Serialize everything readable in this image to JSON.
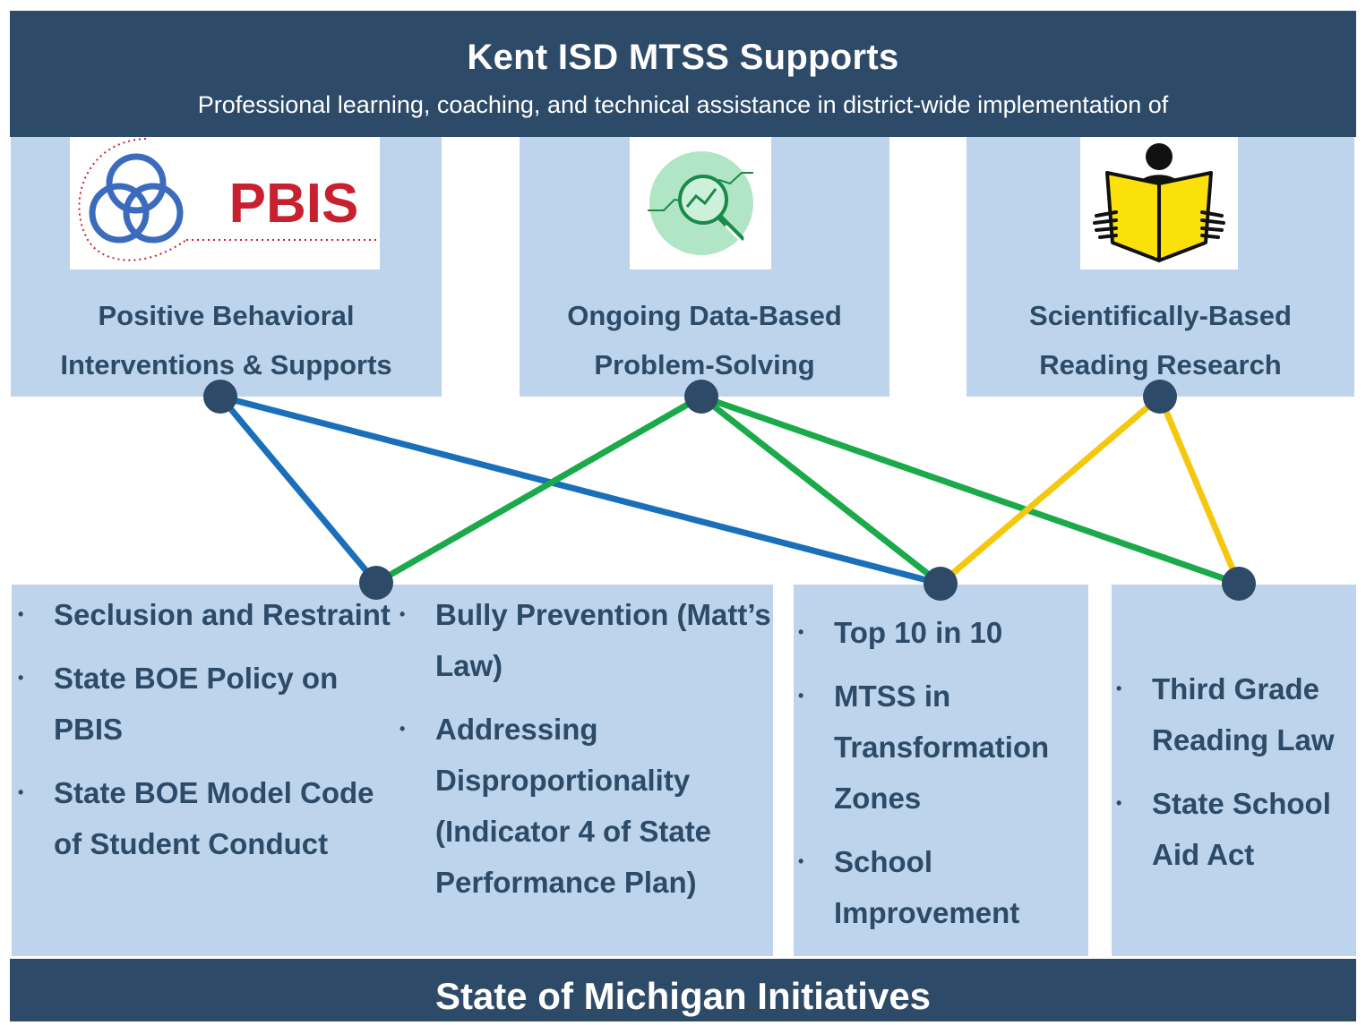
{
  "header": {
    "title": "Kent ISD MTSS Supports",
    "subtitle": "Professional learning, coaching, and technical assistance in district-wide implementation of"
  },
  "supports": [
    {
      "logo_text": "PBIS",
      "icon": "pbis-rings-logo",
      "line1": "Positive Behavioral",
      "line2": "Interventions & Supports"
    },
    {
      "icon": "data-magnifier-icon",
      "line1": "Ongoing Data-Based",
      "line2": "Problem-Solving"
    },
    {
      "icon": "person-reading-book-icon",
      "line1": "Scientifically-Based",
      "line2": "Reading Research"
    }
  ],
  "initiatives": {
    "group1_col1": [
      "Seclusion and Restraint",
      "State BOE Policy on PBIS",
      "State BOE Model Code of Student Conduct"
    ],
    "group1_col2": [
      "Bully Prevention (Matt’s Law)",
      "Addressing Disproportionality (Indicator 4 of State Performance Plan)"
    ],
    "group2": [
      "Top 10 in 10",
      "MTSS in Transformation Zones",
      "School Improvement"
    ],
    "group3": [
      "Third Grade Reading Law",
      "State School Aid Act"
    ]
  },
  "footer": {
    "title": "State of Michigan Initiatives"
  },
  "colors": {
    "navy": "#2d4a68",
    "box": "#bdd4ec",
    "pbis_line": "#1a6fba",
    "data_line": "#1aaa4a",
    "reading_line": "#f5c80f",
    "pbis_red": "#c8202e",
    "book_yellow": "#fbe10a"
  }
}
